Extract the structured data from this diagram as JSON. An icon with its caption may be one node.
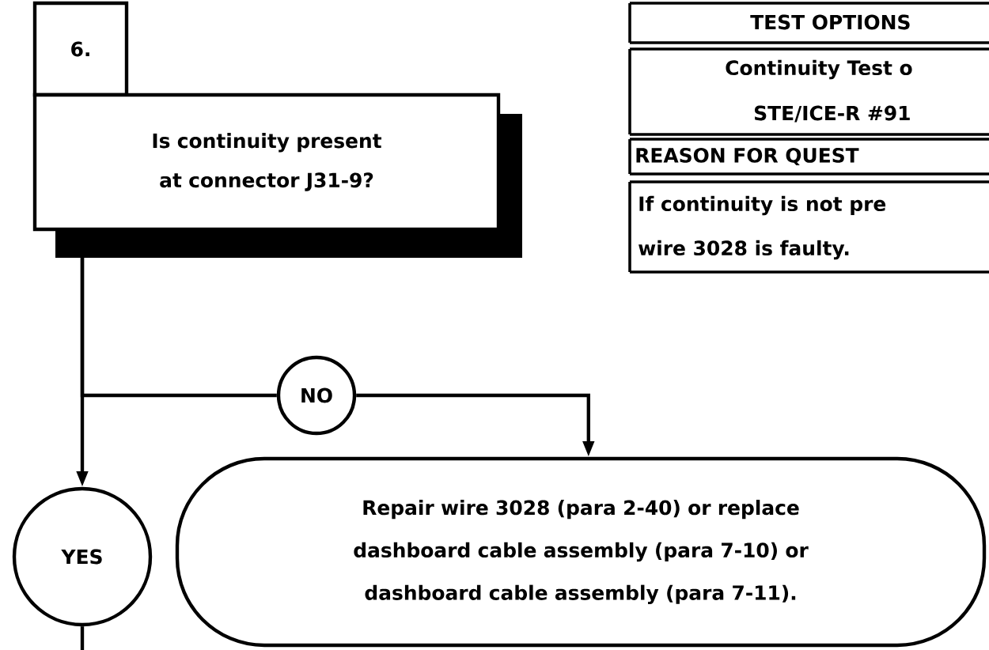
{
  "diagram": {
    "nodes": [
      {
        "text": [
          "6."
        ]
      },
      {
        "text": [
          "Is continuity present at connector J31-9?"
        ]
      },
      {
        "text": [
          "NO"
        ]
      },
      {
        "text": [
          "YES"
        ]
      },
      {
        "text": [
          "Repair wire 3028 (para 2-40) or replace dashboard cable assembly (para 7-10) or dashboard cable assembly (para 7-11)."
        ]
      }
    ],
    "edges": [
      {
        "from": 1,
        "to": 3,
        "arrow": "to"
      },
      {
        "from": 1,
        "to": 2,
        "arrow": "none"
      },
      {
        "from": 2,
        "to": 4,
        "arrow": "to"
      },
      {
        "from": 3,
        "to": null,
        "arrow": "none"
      }
    ],
    "labels": [
      "TEST OPTIONS",
      "Continuity Test o",
      "STE/ICE-R #91",
      "REASON FOR QUEST",
      "If continuity is not pre",
      "wire 3028 is faulty."
    ]
  }
}
